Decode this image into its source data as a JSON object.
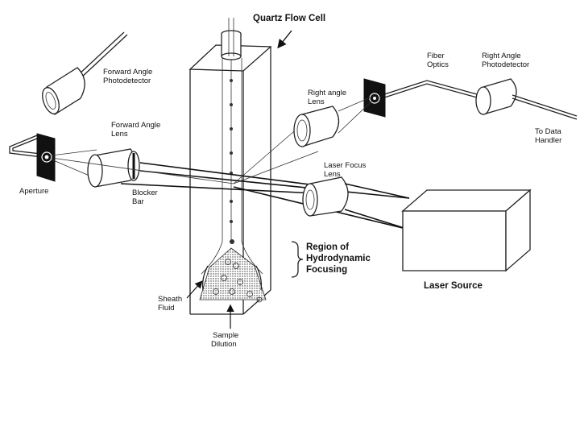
{
  "labels": {
    "quartz_flow_cell": "Quartz Flow Cell",
    "forward_angle_photodetector": [
      "Forward Angle",
      "Photodetector"
    ],
    "fiber_optics": [
      "Fiber",
      "Optics"
    ],
    "right_angle_photodetector": [
      "Right Angle",
      "Photodetector"
    ],
    "right_angle_lens": [
      "Right angle",
      "Lens"
    ],
    "forward_angle_lens": [
      "Forward Angle",
      "Lens"
    ],
    "to_data_handler": [
      "To Data",
      "Handler"
    ],
    "aperture": "Aperture",
    "blocker_bar": [
      "Blocker",
      "Bar"
    ],
    "laser_focus_lens": [
      "Laser Focus",
      "Lens"
    ],
    "region_of_focusing": [
      "Region of",
      "Hydrodynamic",
      "Focusing"
    ],
    "laser_source": "Laser Source",
    "sheath_fluid": [
      "Sheath",
      "Fluid"
    ],
    "sample_dilution": [
      "Sample",
      "Dilution"
    ]
  }
}
